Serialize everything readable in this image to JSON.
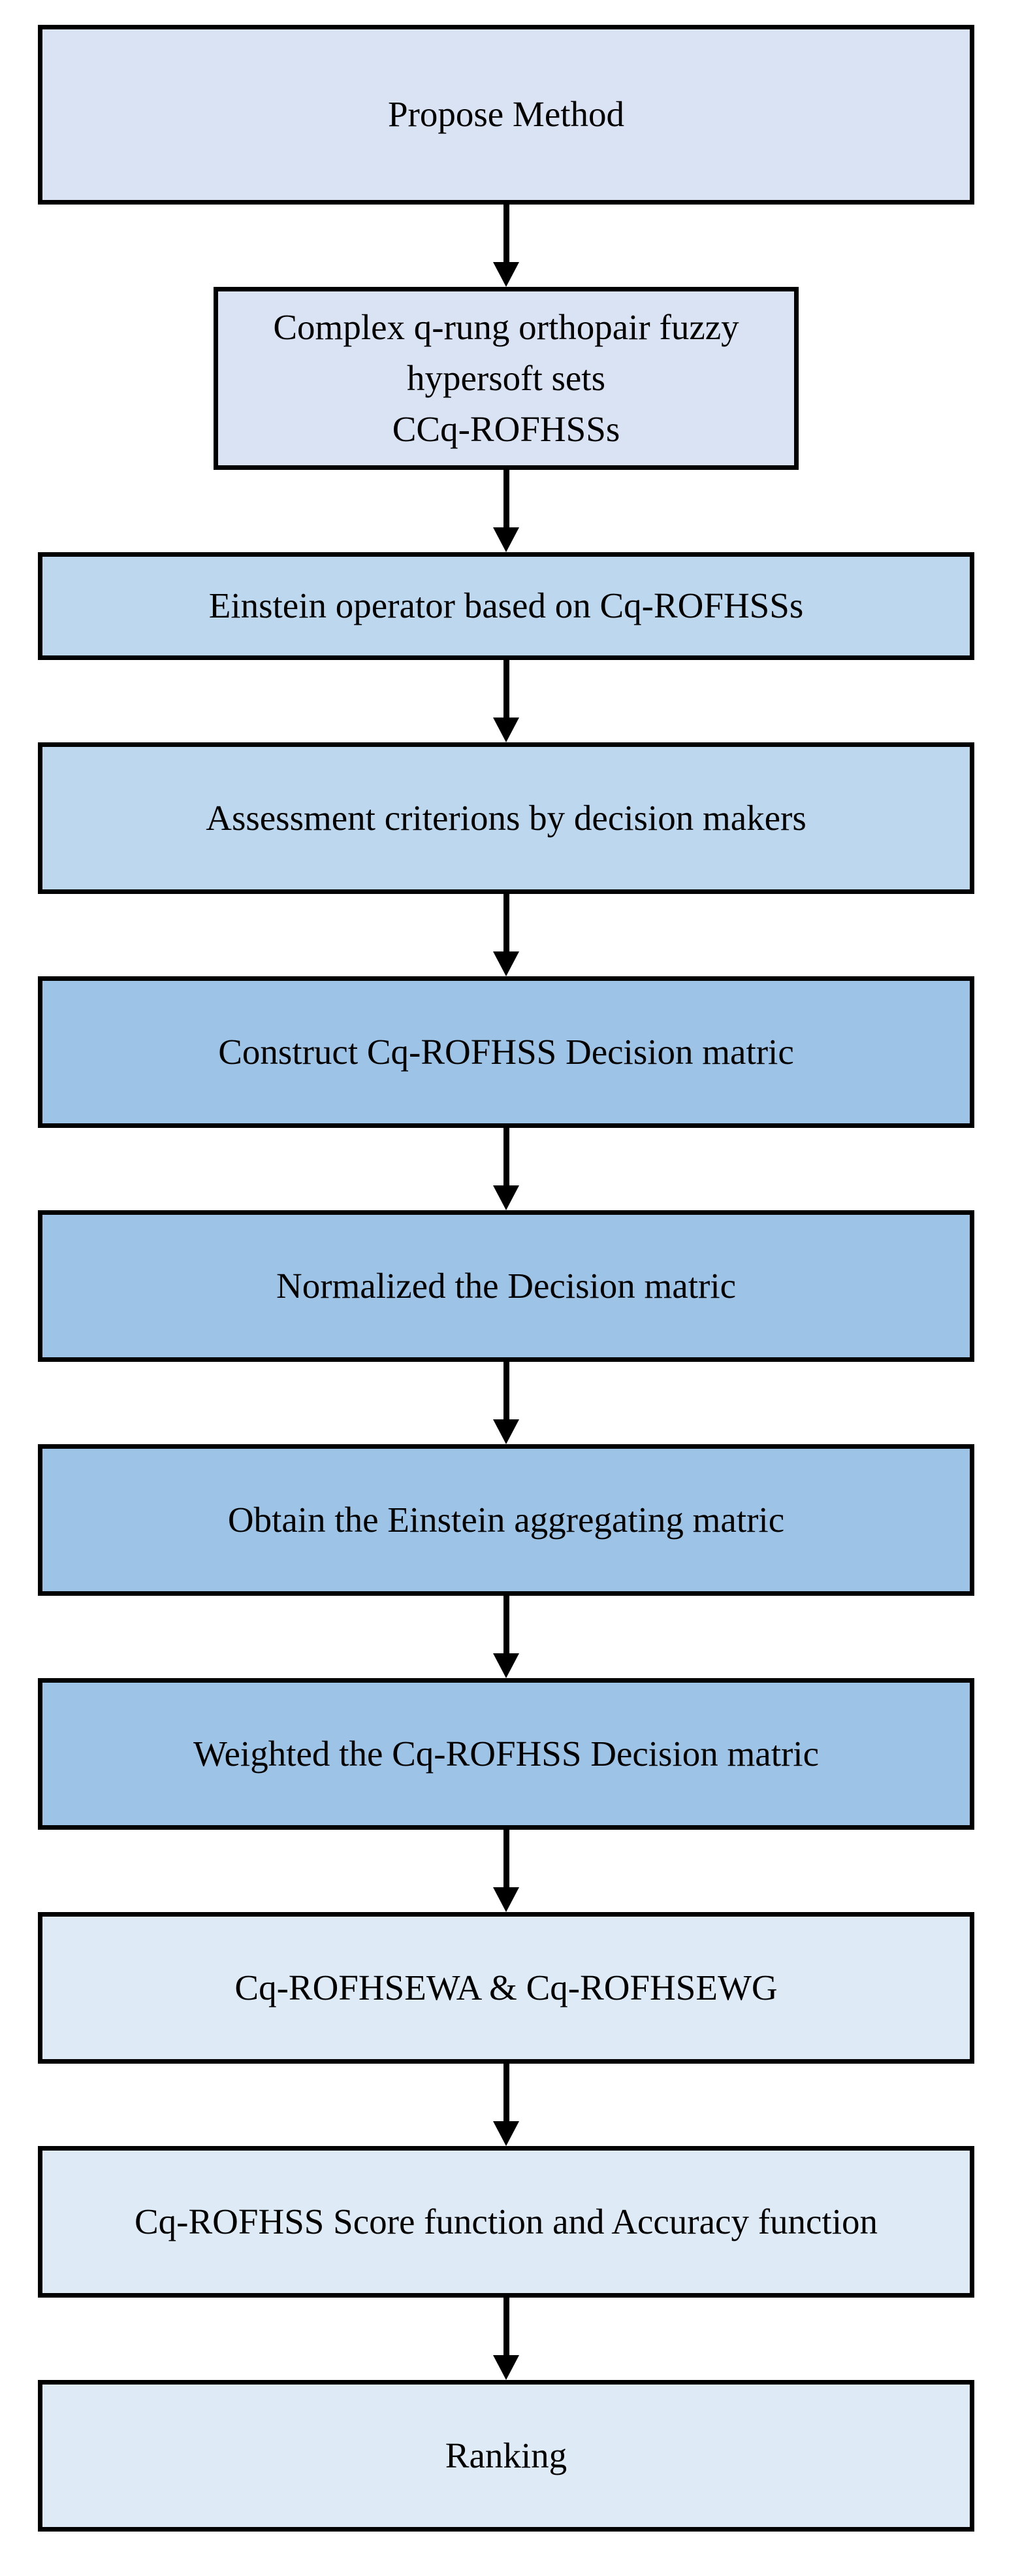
{
  "flowchart": {
    "background": "#ffffff",
    "border_color": "#000000",
    "text_color": "#000000",
    "arrow_color": "#000000",
    "group_fills": {
      "lavender": "#dae3f3",
      "light_blue": "#bdd7ee",
      "medium_blue": "#9dc3e6",
      "pale_blue": "#deebf7"
    },
    "nodes": [
      {
        "id": "propose-method",
        "label": "Propose Method",
        "fill": "#dae3f3",
        "variant": "tall"
      },
      {
        "id": "complex-q-rung-orthopair-fuzzy-hypersoft-sets",
        "label": "Complex q-rung orthopair fuzzy\nhypersoft sets\nCCq-ROFHSSs",
        "fill": "#dae3f3",
        "variant": "narrow"
      },
      {
        "id": "einstein-operator-based-on-cq-rofhsss",
        "label": "Einstein operator based on Cq-ROFHSSs",
        "fill": "#bdd7ee",
        "variant": "short"
      },
      {
        "id": "assessment-criterions-by-decision-makers",
        "label": "Assessment criterions by decision makers",
        "fill": "#bdd7ee",
        "variant": "regular"
      },
      {
        "id": "construct-cq-rofhss-decision-matric",
        "label": "Construct  Cq-ROFHSS Decision matric",
        "fill": "#9dc3e6",
        "variant": "regular"
      },
      {
        "id": "normalized-the-decision-matric",
        "label": "Normalized the Decision matric",
        "fill": "#9dc3e6",
        "variant": "regular"
      },
      {
        "id": "obtain-the-einstein-aggregating-matric",
        "label": "Obtain the Einstein aggregating matric",
        "fill": "#9dc3e6",
        "variant": "regular"
      },
      {
        "id": "weighted-the-cq-rofhss-decision-matric",
        "label": "Weighted the Cq-ROFHSS Decision matric",
        "fill": "#9dc3e6",
        "variant": "regular"
      },
      {
        "id": "cq-rofhsewa-and-cq-rofhsewg",
        "label": "Cq-ROFHSEWA & Cq-ROFHSEWG",
        "fill": "#deebf7",
        "variant": "regular"
      },
      {
        "id": "cq-rofhss-score-function-and-accuracy-function",
        "label": "Cq-ROFHSS Score function and Accuracy function",
        "fill": "#deebf7",
        "variant": "regular"
      },
      {
        "id": "ranking",
        "label": "Ranking",
        "fill": "#deebf7",
        "variant": "regular"
      }
    ]
  }
}
